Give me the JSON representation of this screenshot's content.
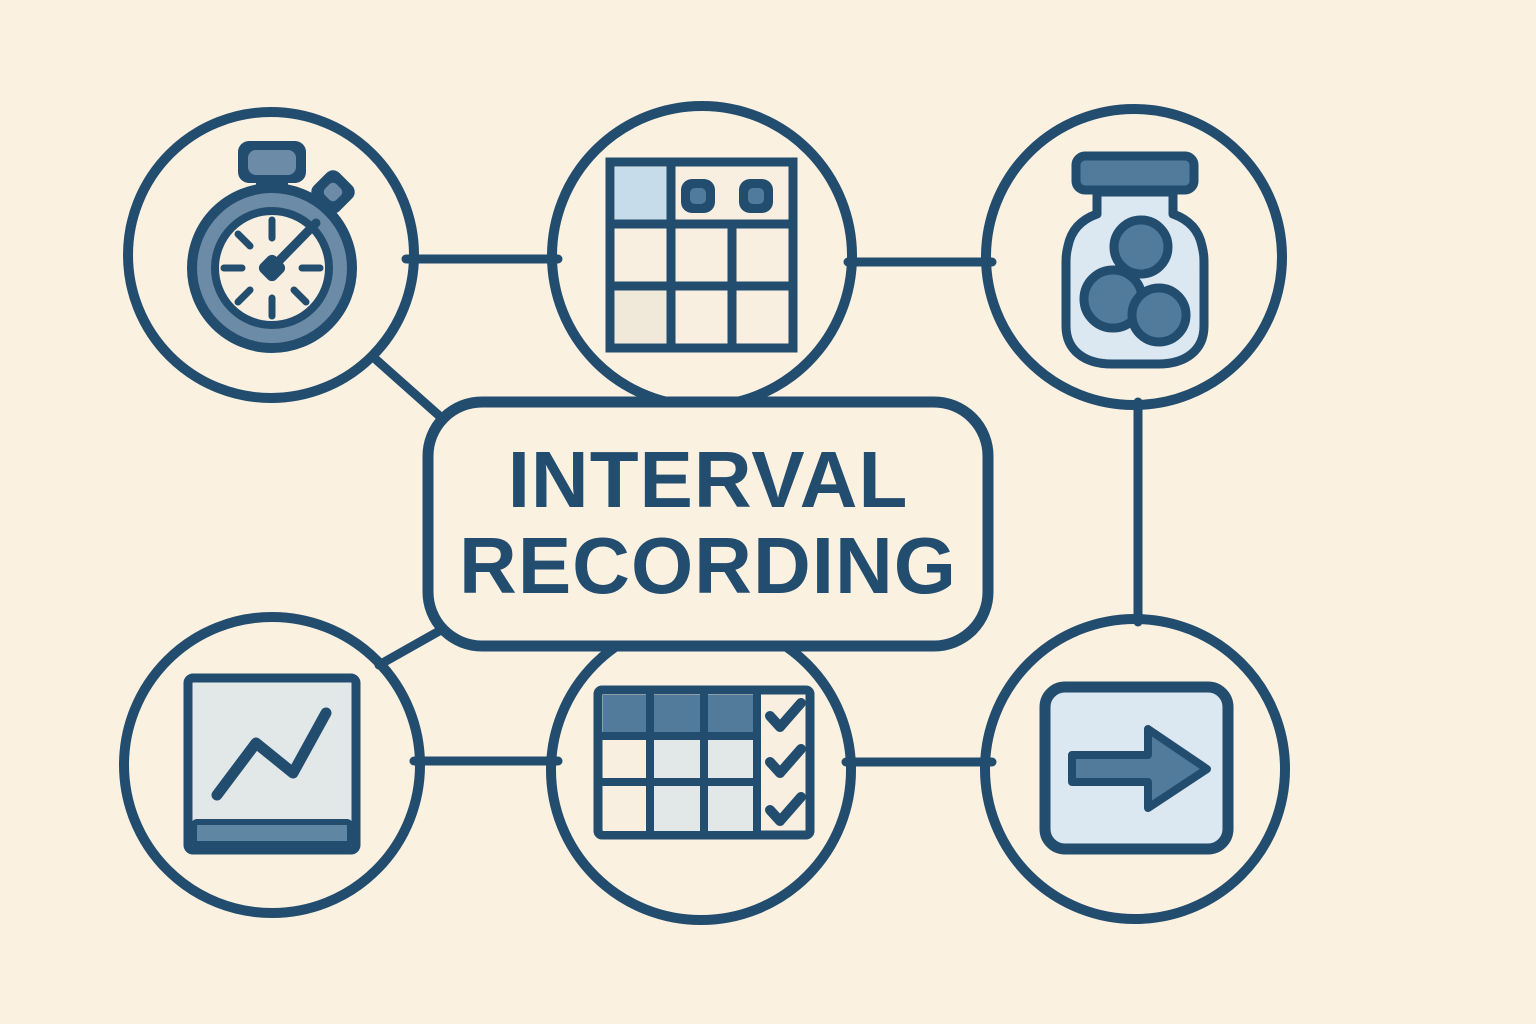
{
  "title": {
    "line1": "INTERVAL",
    "line2": "RECORDING"
  },
  "palette": {
    "bg": "#fbf1e1",
    "line": "#234d6e",
    "steel": "#527b9b",
    "steelLight": "#6c8ba6",
    "steelMid": "#5f87a3",
    "lightBlue": "#dbe7f1",
    "paleBlue": "#c7dcea",
    "lightGray": "#e2e7e8",
    "beige": "#f0e9da",
    "creamCell": "#f8efe0"
  },
  "nodes": [
    {
      "id": "stopwatch",
      "icon": "stopwatch-icon",
      "position": "top-left"
    },
    {
      "id": "interval-grid",
      "icon": "grid-table-icon",
      "position": "top-center"
    },
    {
      "id": "token-jar",
      "icon": "token-jar-icon",
      "position": "top-right"
    },
    {
      "id": "line-chart",
      "icon": "line-chart-icon",
      "position": "bottom-left"
    },
    {
      "id": "checklist-table",
      "icon": "checklist-table-icon",
      "position": "bottom-center"
    },
    {
      "id": "next-arrow",
      "icon": "arrow-right-icon",
      "position": "bottom-right"
    }
  ]
}
